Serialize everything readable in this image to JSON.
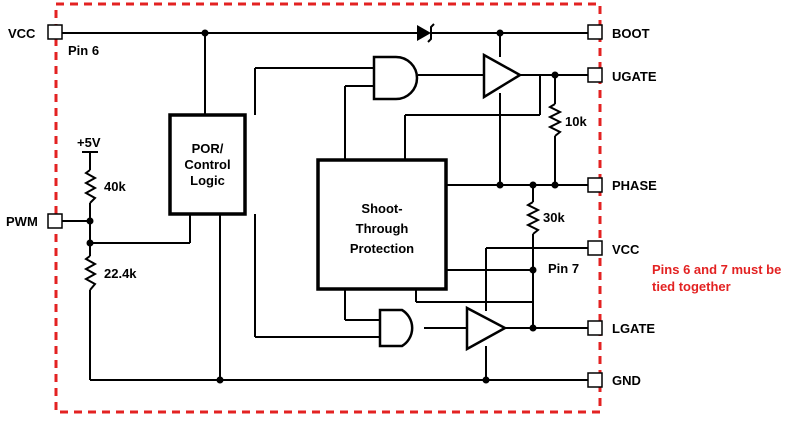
{
  "pins": {
    "vcc_left": "VCC",
    "pin6": "Pin 6",
    "pwm": "PWM",
    "boot": "BOOT",
    "ugate": "UGATE",
    "phase": "PHASE",
    "vcc_right": "VCC",
    "pin7": "Pin 7",
    "lgate": "LGATE",
    "gnd": "GND"
  },
  "components": {
    "supply": "+5V",
    "r_pullup": "40k",
    "r_pulldown": "22.4k",
    "r_ugate": "10k",
    "r_phase": "30k"
  },
  "blocks": {
    "por": [
      "POR/",
      "Control",
      "Logic"
    ],
    "stp": [
      "Shoot-",
      "Through",
      "Protection"
    ]
  },
  "note": [
    "Pins 6 and 7 must be",
    "tied together"
  ],
  "colors": {
    "boundary": "#e32222",
    "note": "#e32222",
    "wire": "#000000"
  }
}
